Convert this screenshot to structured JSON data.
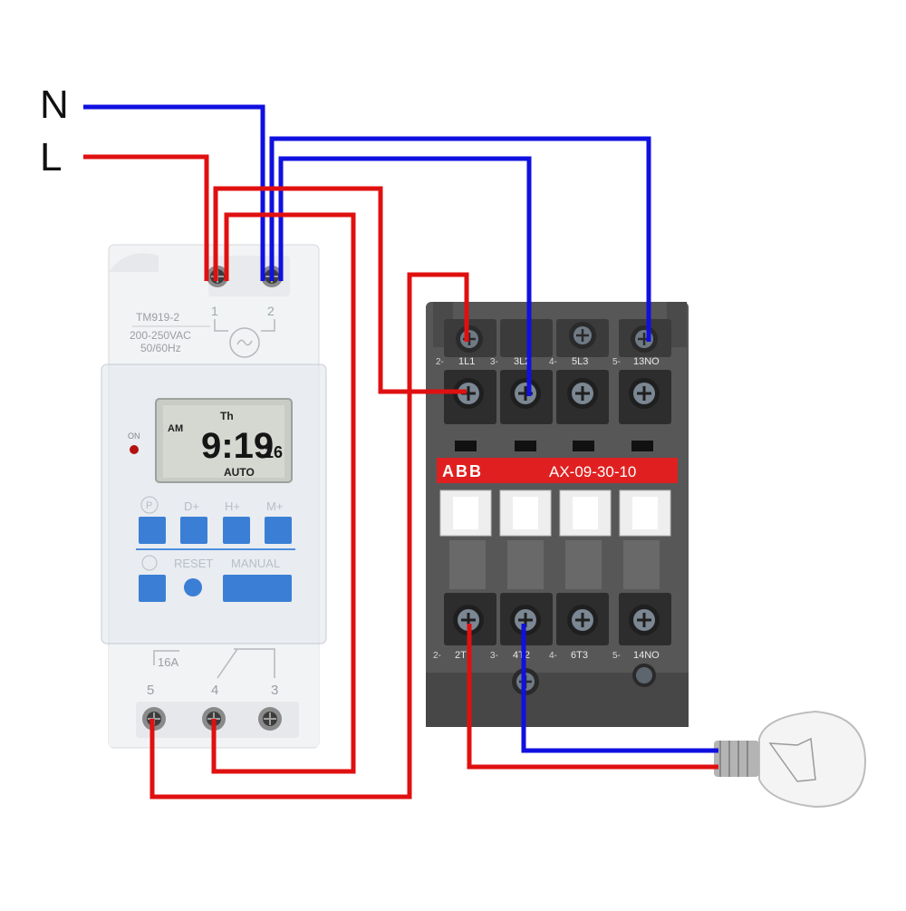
{
  "supply": {
    "neutral": "N",
    "line": "L"
  },
  "timer": {
    "model": "TM919-2",
    "voltage": "200-250VAC",
    "frequency": "50/60Hz",
    "terminal_top_1": "1",
    "terminal_top_2": "2",
    "on_label": "ON",
    "lcd": {
      "ampm": "AM",
      "day": "Th",
      "time": "9:19",
      "seconds": "16",
      "mode": "AUTO"
    },
    "buttons": {
      "p": "P",
      "d_plus": "D+",
      "h_plus": "H+",
      "m_plus": "M+",
      "reset": "RESET",
      "manual": "MANUAL"
    },
    "rating": "16A",
    "terminal_5": "5",
    "terminal_4": "4",
    "terminal_3": "3"
  },
  "contactor": {
    "brand": "ABB",
    "model": "AX-09-30-10",
    "top_labels": [
      "1L1",
      "3L2",
      "5L3",
      "13NO"
    ],
    "top_prefixes": [
      "2-",
      "3-",
      "4-",
      "5-"
    ],
    "bottom_labels": [
      "2T1",
      "4T2",
      "6T3",
      "14NO"
    ],
    "bottom_prefixes": [
      "2-",
      "3-",
      "4-",
      "5-"
    ]
  },
  "colors": {
    "neutral_wire": "#1010e0",
    "live_wire": "#e01010",
    "contactor_body": "#5a5a5a",
    "abb_band": "#e02020",
    "timer_button": "#3a7fd5"
  }
}
